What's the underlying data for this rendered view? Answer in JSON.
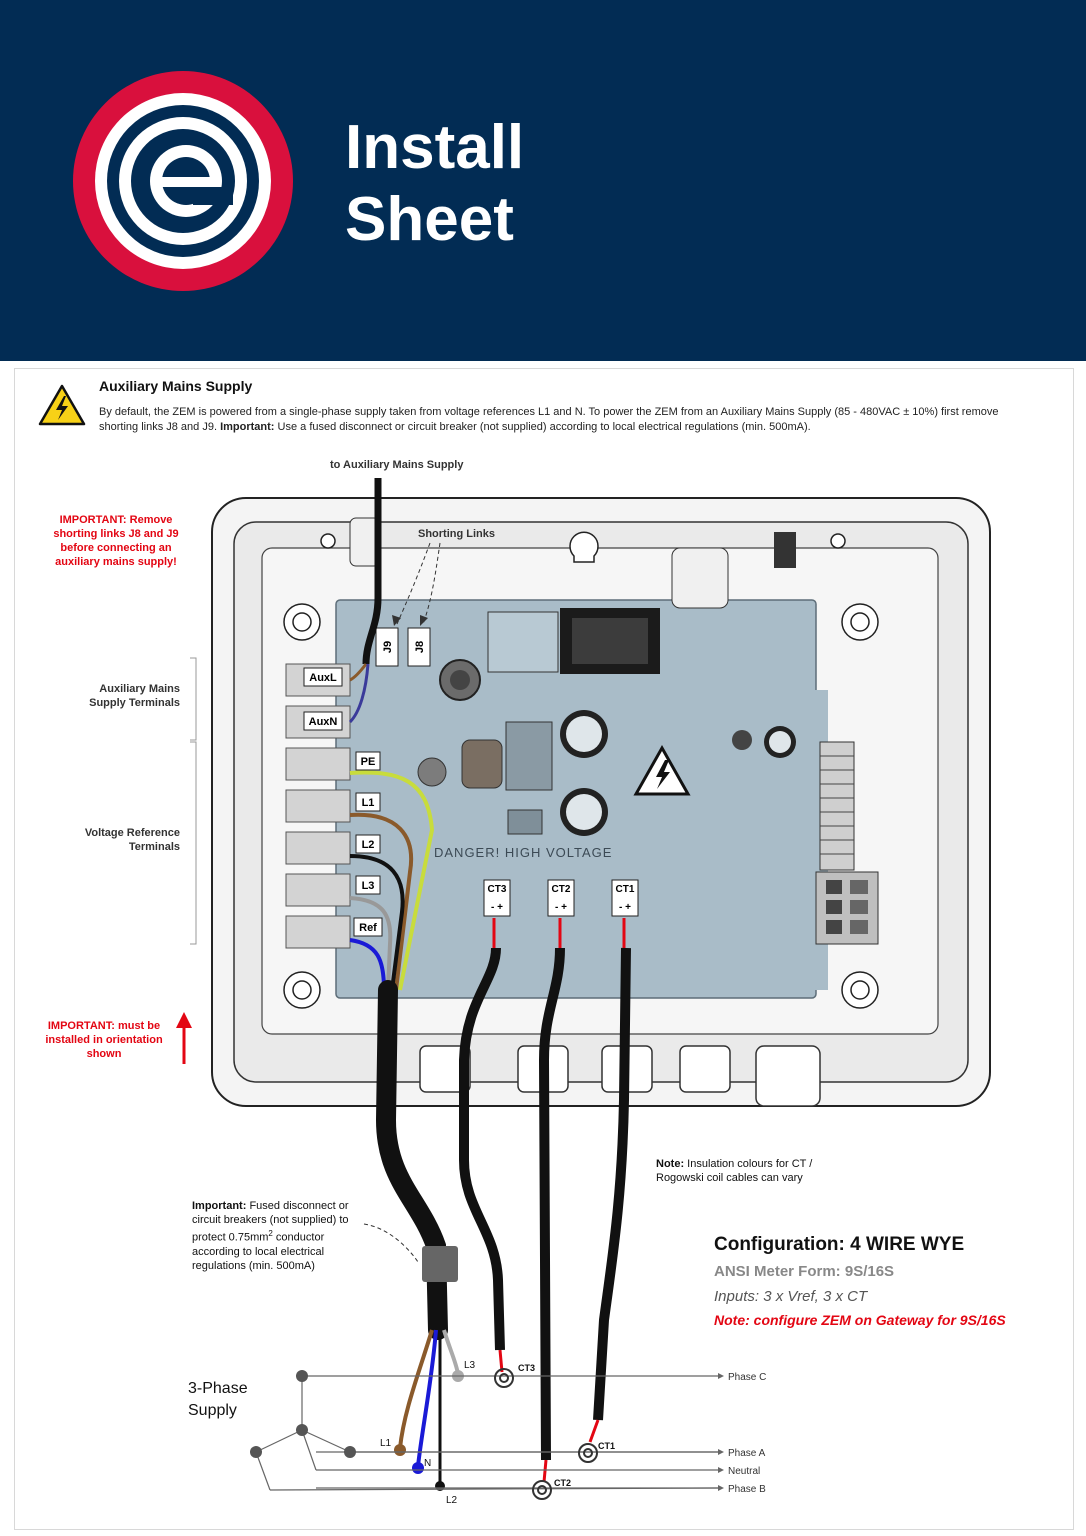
{
  "header": {
    "title_line1": "Install",
    "title_line2": "Sheet",
    "logo_letter": "e",
    "colors": {
      "band": "#022c54",
      "logo_ring": "#d9103d",
      "logo_inner": "#022c54",
      "logo_letter": "#ffffff"
    }
  },
  "aux": {
    "heading": "Auxiliary Mains Supply",
    "body_a": "By default, the ZEM is powered from a single-phase supply taken from voltage references L1 and N. To power the ZEM from an Auxiliary Mains Supply (85 - 480VAC ± 10%) first remove shorting links J8 and J9. ",
    "body_important": "Important:",
    "body_b": " Use a fused disconnect or circuit breaker (not supplied) according to local electrical regulations (min. 500mA)."
  },
  "diagram": {
    "to_aux": "to Auxiliary Mains Supply",
    "shorting_links": "Shorting Links",
    "important_remove": "IMPORTANT: Remove shorting links J8 and J9 before connecting an auxiliary mains supply!",
    "aux_terminals": "Auxiliary Mains Supply Terminals",
    "voltage_terminals": "Voltage Reference Terminals",
    "important_orientation": "IMPORTANT: must be installed in orientation shown",
    "terminals": [
      "AuxL",
      "AuxN",
      "PE",
      "L1",
      "L2",
      "L3",
      "Ref"
    ],
    "links": [
      "J9",
      "J8"
    ],
    "ct_terminals": [
      "CT3",
      "CT2",
      "CT1"
    ],
    "ct_polarity": "- +",
    "danger": "DANGER! HIGH VOLTAGE",
    "note_bold": "Note:",
    "note_text": " Insulation colours for CT / Rogowski coil cables can vary",
    "fuse_bold": "Important:",
    "fuse_text_a": " Fused disconnect or circuit breakers (not supplied) to protect 0.75mm",
    "fuse_sup": "2",
    "fuse_text_b": " conductor according to local electrical regulations (min. 500mA)",
    "supply_line1": "3-Phase",
    "supply_line2": "Supply",
    "wire_labels": {
      "l1": "L1",
      "n": "N",
      "l2": "L2",
      "l3": "L3"
    },
    "ct_clamps": [
      "CT3",
      "CT1",
      "CT2"
    ],
    "phases": [
      "Phase C",
      "Phase A",
      "Neutral",
      "Phase B"
    ]
  },
  "config": {
    "title": "Configuration: 4 WIRE WYE",
    "ansi": "ANSI Meter Form: 9S/16S",
    "inputs": "Inputs: 3 x Vref, 3 x CT",
    "note": "Note: configure ZEM on Gateway for 9S/16S"
  }
}
